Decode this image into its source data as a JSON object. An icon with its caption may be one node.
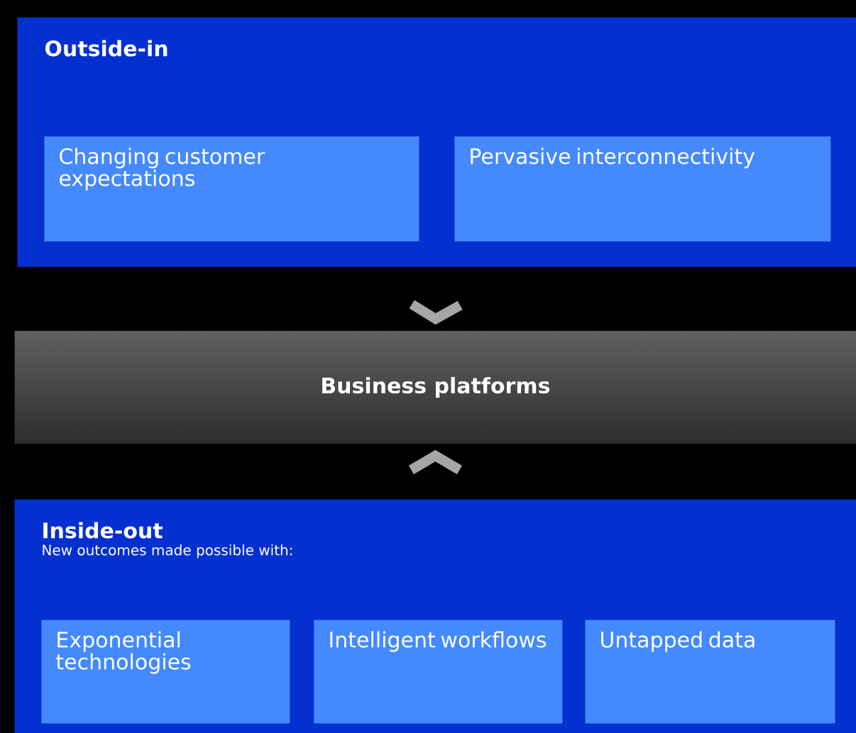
{
  "diagram": {
    "nodes": [
      {
        "text": [
          "Outside-in"
        ]
      },
      {
        "text": [
          "Changing customer expectations"
        ],
        "in": 0
      },
      {
        "text": [
          "Pervasive interconnectivity"
        ],
        "in": 0
      },
      {
        "text": [
          "Business platforms"
        ]
      },
      {
        "text": [
          "Inside-out",
          "New outcomes made possible with:"
        ]
      },
      {
        "text": [
          "Exponential technologies"
        ],
        "in": 4
      },
      {
        "text": [
          "Intelligent workflows"
        ],
        "in": 4
      },
      {
        "text": [
          "Untapped data"
        ],
        "in": 4
      }
    ],
    "edges": [
      {
        "from": 0,
        "to": 3,
        "arrow": "to"
      },
      {
        "from": 4,
        "to": 3,
        "arrow": "to"
      }
    ]
  }
}
